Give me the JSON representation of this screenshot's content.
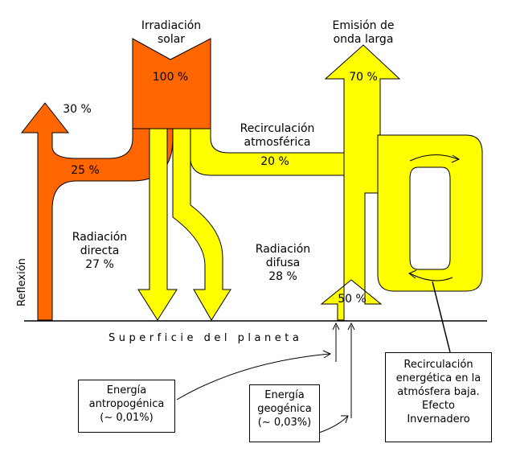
{
  "labels": {
    "irradiation": [
      "Irradiación",
      "solar"
    ],
    "irradiation_pct": "100 %",
    "emission": [
      "Emisión de",
      "onda larga"
    ],
    "emission_pct": "70 %",
    "reflection_pct": "30 %",
    "reflection_loop_pct": "25 %",
    "reflection": "Reflexión",
    "recirc_atm": [
      "Recirculación",
      "atmosférica"
    ],
    "recirc_pct": "20 %",
    "direct": [
      "Radiación",
      "directa",
      "27 %"
    ],
    "diffuse": [
      "Radiación",
      "difusa",
      "28 %"
    ],
    "ground_pct": "50 %",
    "surface": "Superficie del planeta"
  },
  "boxes": {
    "anthropogenic": [
      "Energía",
      "antropogénica",
      "(~ 0,01%)"
    ],
    "geogenic": [
      "Energía",
      "geogénica",
      "(~ 0,03%)"
    ],
    "greenhouse": [
      "Recirculación",
      "energética en la",
      "atmósfera baja.",
      "Efecto",
      "Invernadero"
    ]
  },
  "colors": {
    "orange": "#ff6600",
    "yellow": "#ffff00",
    "line": "#000000"
  }
}
